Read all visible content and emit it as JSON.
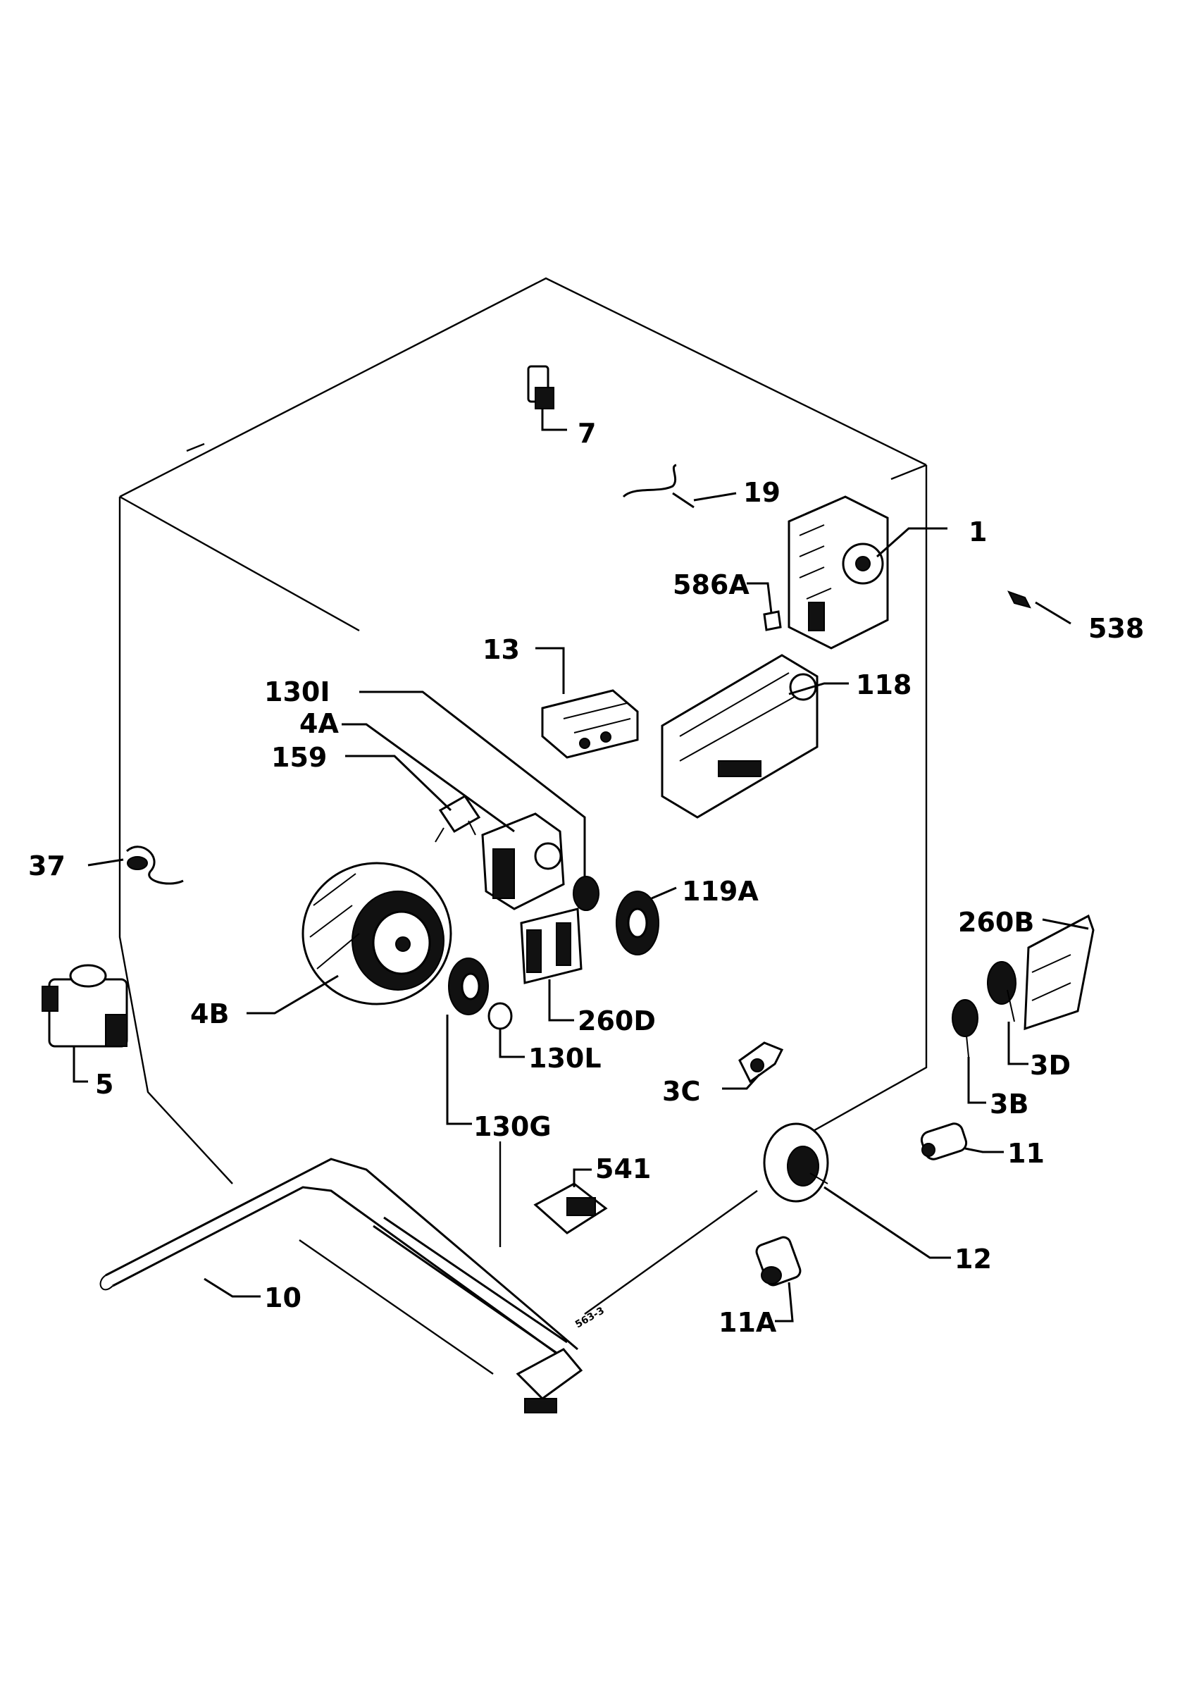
{
  "labels": {
    "l7": "7",
    "l19": "19",
    "l1": "1",
    "l586a": "586A",
    "l538": "538",
    "l13": "13",
    "l118": "118",
    "l130i": "130I",
    "l4a": "4A",
    "l159": "159",
    "l37": "37",
    "l119a": "119A",
    "l260b": "260B",
    "l4b": "4B",
    "l260d": "260D",
    "l130l": "130L",
    "l3d": "3D",
    "l5": "5",
    "l3c": "3C",
    "l3b": "3B",
    "l130g": "130G",
    "l11": "11",
    "l541": "541",
    "l12": "12",
    "l10": "10",
    "l11a": "11A",
    "code": "563-3"
  },
  "colors": {
    "ink": "#000000",
    "paper": "#ffffff"
  }
}
